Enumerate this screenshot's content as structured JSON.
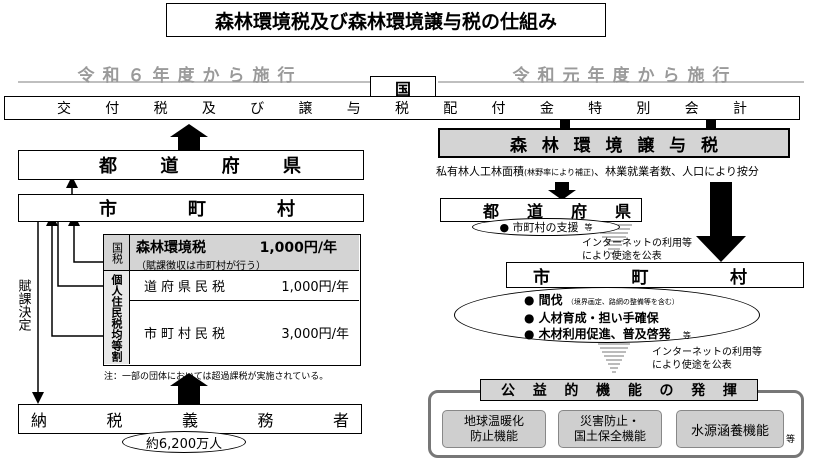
{
  "title": "森林環境税及び森林環境譲与税の仕組み",
  "left_header": "令和６年度から施行",
  "right_header": "令和元年度から施行",
  "national": "国",
  "transfer_tax_chars": [
    "交",
    "付",
    "税",
    "及",
    "び",
    "譲",
    "与",
    "税",
    "配",
    "付",
    "金",
    "特",
    "別",
    "会",
    "計"
  ],
  "prefecture_chars": [
    "都",
    "道",
    "府",
    "県"
  ],
  "municipality_chars": [
    "市",
    "町",
    "村"
  ],
  "forest_env_tax": {
    "national_tax_label": "国税",
    "name": "森林環境税",
    "amount": "1,000円/年",
    "note": "（賦課徴収は市町村が行う）"
  },
  "resident_tax": {
    "label": "個人住民税均等割",
    "prefecture_name": "道府県民税",
    "prefecture_amount": "1,000円/年",
    "municipal_name": "市町村民税",
    "municipal_amount": "3,000円/年"
  },
  "footnote": "注：一部の団体においては超過課税が実施されている。",
  "levy_decision": "賦課決定",
  "taxpayer_chars": [
    "納",
    "税",
    "義",
    "務",
    "者"
  ],
  "taxpayer_count": "約6,200万人",
  "transfer_tax_name_chars": [
    "森",
    "林",
    "環",
    "境",
    "譲",
    "与",
    "税"
  ],
  "allocation_text_prefix": "私有林人工林面積",
  "allocation_text_small": "(林野率により補正)",
  "allocation_text_suffix": "、林業就業者数、人口により按分",
  "pref_support": "● 市町村の支援",
  "etc_mark": "等",
  "internet_note_line1": "インターネットの利用等",
  "internet_note_line2": "により使途を公表",
  "uses": [
    {
      "bullet": "●",
      "text": "間伐",
      "sub": "（境界画定、路網の整備等を含む）"
    },
    {
      "bullet": "●",
      "text": "人材育成・担い手確保",
      "sub": ""
    },
    {
      "bullet": "●",
      "text": "木材利用促進、普及啓発",
      "sub": ""
    }
  ],
  "public_functions_title_chars": [
    "公",
    "益",
    "的",
    "機",
    "能",
    "の",
    "発",
    "揮"
  ],
  "functions": [
    {
      "line1": "地球温暖化",
      "line2": "防止機能"
    },
    {
      "line1": "災害防止・",
      "line2": "国土保全機能"
    },
    {
      "line1": "水源涵養機能",
      "line2": ""
    }
  ],
  "colors": {
    "gray_box": "#d4d4d4",
    "header_text": "#9a9a9a",
    "light_box": "#e8e8e8"
  }
}
